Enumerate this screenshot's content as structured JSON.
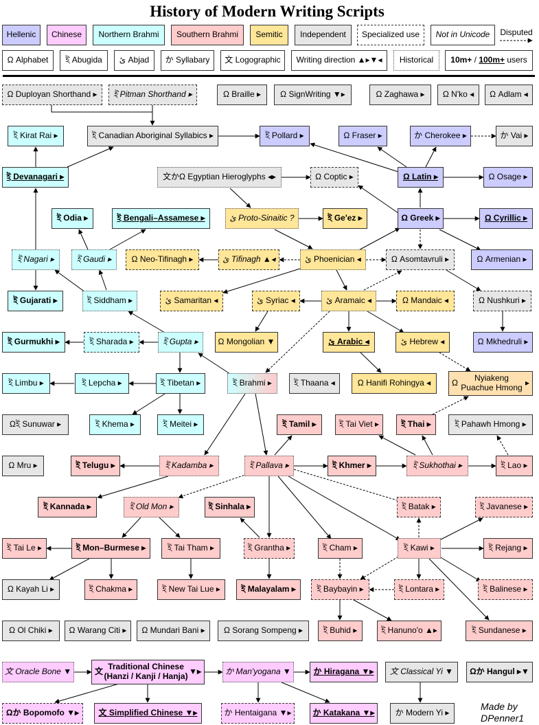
{
  "title": "History of Modern Writing Scripts",
  "credit": "Made by DPenner1",
  "colors": {
    "hellenic": "#ccccff",
    "chinese": "#ffccff",
    "northern_brahmi": "#ccffff",
    "southern_brahmi": "#ffcccc",
    "semitic": "#ffe699",
    "independent": "#e6e6e6"
  },
  "legend": {
    "hellenic": "Hellenic",
    "chinese": "Chinese",
    "northern_brahmi": "Northern Brahmi",
    "southern_brahmi": "Southern Brahmi",
    "semitic": "Semitic",
    "independent": "Independent",
    "specialized": "Specialized use",
    "not_unicode": "Not in Unicode",
    "disputed": "Disputed",
    "alphabet": "Ω Alphabet",
    "abugida": "ই Abugida",
    "abjad": "ئ Abjad",
    "syllabary": "か Syllabary",
    "logographic": "文 Logographic",
    "direction": "Writing direction ▲▸▼◂",
    "historical": "Historical",
    "users_a": "10m+",
    "users_sep": " / ",
    "users_b": "100m+",
    "users_c": " users"
  },
  "nodes": {
    "duployan": "Ω Duployan Shorthand ▸",
    "pitman": "ই Pitman Shorthand ▸",
    "braille": "Ω Braille ▸",
    "signwriting": "Ω SignWriting ▼▸",
    "zaghawa": "Ω Zaghawa ▸",
    "nko": "Ω N'ko ◂",
    "adlam": "Ω Adlam ◂",
    "kirat": "ই Kirat Rai ▸",
    "cas": "ই Canadian Aboriginal Syllabics ▸",
    "pollard": "ই Pollard ▸",
    "fraser": "Ω Fraser ▸",
    "cherokee": "か Cherokee ▸",
    "vai": "か Vai ▸",
    "devanagari": "ই Devanagari ▸",
    "egyptian": "文かΩ Egyptian Hieroglyphs ◂▸",
    "coptic": "Ω Coptic ▸",
    "latin": "Ω Latin ▸",
    "osage": "Ω Osage ▸",
    "odia": "ই Odia ▸",
    "bengali": "ই Bengali–Assamese ▸",
    "protosinaitic": "ئ Proto-Sinaitic ?",
    "geez": "ই Ge'ez ▸",
    "greek": "Ω Greek ▸",
    "cyrillic": "Ω Cyrillic ▸",
    "nagari": "ই Nagari ▸",
    "gaudi": "ই Gaudi ▸",
    "neotifinagh": "Ω Neo-Tifinagh ▸",
    "tifinagh": "ئ Tifinagh ▲◂",
    "phoenician": "ئ Phoenician ◂",
    "asomtavruli": "Ω Asomtavruli ▸",
    "armenian": "Ω Armenian ▸",
    "gujarati": "ই Gujarati ▸",
    "siddham": "ই Siddham ▸",
    "samaritan": "ئ Samaritan ◂",
    "syriac": "ئ Syriac ◂",
    "aramaic": "ئ Aramaic ◂",
    "mandaic": "Ω Mandaic ◂",
    "nushkuri": "Ω Nushkuri ▸",
    "gurmukhi": "ই Gurmukhi ▸",
    "sharada": "ই Sharada ▸",
    "gupta": "ই Gupta ▸",
    "mongolian": "Ω Mongolian ▼",
    "arabic": "ئ Arabic ◂",
    "hebrew": "ئ Hebrew ◂",
    "mkhedruli": "Ω Mkhedruli ▸",
    "limbu": "ই Limbu ▸",
    "lepcha": "ই Lepcha ▸",
    "tibetan": "ই Tibetan ▸",
    "brahmi": "ই Brahmi ▸",
    "thaana": "ই Thaana ◂",
    "hanifi": "Ω Hanifi Rohingya ◂",
    "nyiakeng_1": "Nyiakeng",
    "nyiakeng_2": "Puachue Hmong",
    "nyiakeng_l": "Ω",
    "nyiakeng_r": "▸",
    "sunuwar": "Ωই Sunuwar ▸",
    "khema": "ই Khema ▸",
    "meitei": "ই Meitei ▸",
    "tamil": "ই Tamil ▸",
    "taiviet": "ই Tai Viet ▸",
    "thai": "ই Thai ▸",
    "pahawh": "ই Pahawh Hmong ▸",
    "mru": "Ω Mru ▸",
    "telugu": "ই Telugu ▸",
    "kadamba": "ই Kadamba ▸",
    "pallava": "ই Pallava ▸",
    "khmer": "ই Khmer ▸",
    "sukhothai": "ই Sukhothai ▸",
    "lao": "ই Lao ▸",
    "kannada": "ই Kannada ▸",
    "oldmon": "ই Old Mon ▸",
    "sinhala": "ই Sinhala ▸",
    "batak": "ই Batak ▸",
    "javanese": "ই Javanese ▸",
    "taile": "ই Tai Le ▸",
    "monburmese": "ই Mon–Burmese ▸",
    "taitham": "ই Tai Tham ▸",
    "grantha": "ই Grantha ▸",
    "cham": "ই Cham ▸",
    "kawi": "ই Kawi ▸",
    "rejang": "ই Rejang ▸",
    "kayahli": "Ω Kayah Li ▸",
    "chakma": "ই Chakma ▸",
    "newtailue": "ই New Tai Lue ▸",
    "malayalam": "ই Malayalam ▸",
    "baybayin": "ই Baybayin ▸",
    "lontara": "ই Lontara ▸",
    "balinese": "ই Balinese ▸",
    "olchiki": "Ω Ol Chiki ▸",
    "warangciti": "Ω Warang Citi ▸",
    "mundaribani": "Ω Mundari Bani ▸",
    "sorang": "Ω Sorang Sompeng ▸",
    "buhid": "ই Buhid ▸",
    "hanunoo": "ই Hanuno'o ▲▸",
    "sundanese": "ই Sundanese ▸",
    "oraclebone": "文 Oracle Bone ▼",
    "tradchinese_l": "文",
    "tradchinese_1": "Traditional Chinese",
    "tradchinese_2": "(Hanzi / Kanji / Hanja)",
    "tradchinese_r": "▼▸",
    "manyogana": "か Man'yogana ▼",
    "hiragana": "か Hiragana ▼▸",
    "classicalyi": "文 Classical Yi ▼",
    "hangul": "Ωか Hangul ▸▼",
    "bopomofo": "Ωか Bopomofo ▼▸",
    "simplified": "文 Simplified Chinese ▼▸",
    "hentaigana": "か Hentaigana ▼▸",
    "katakana": "か Katakana ▼▸",
    "modernyi": "か Modern Yi ▸"
  }
}
